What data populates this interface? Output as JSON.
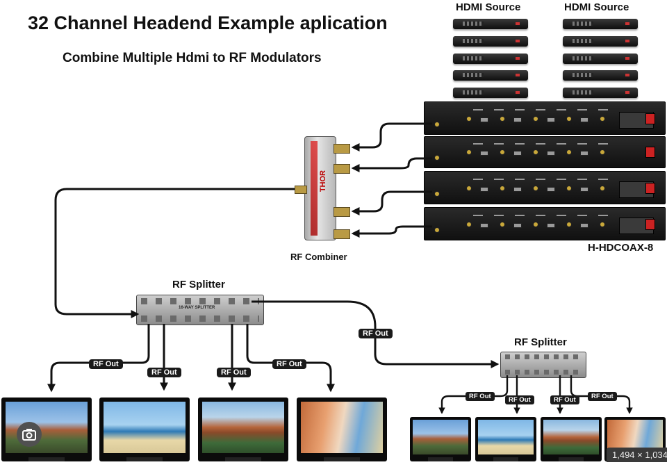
{
  "title": "32 Channel Headend Example aplication",
  "subtitle": "Combine Multiple Hdmi to RF Modulators",
  "hdmi_source_labels": [
    "HDMI Source",
    "HDMI Source"
  ],
  "modulator_label": "H-HDCOAX-8",
  "combiner_label": "RF Combiner",
  "combiner_brand": "THOR",
  "splitter_labels": [
    "RF Splitter",
    "RF Splitter"
  ],
  "splitter_model": "16-WAY SPLITTER",
  "rf_out_label": "RF Out",
  "overlay": {
    "image_dims": "1,494 × 1,034",
    "camera_icon": "camera-search-icon"
  },
  "colors": {
    "cable": "#111111",
    "connector": "#b99a44",
    "rack": "#151515"
  }
}
